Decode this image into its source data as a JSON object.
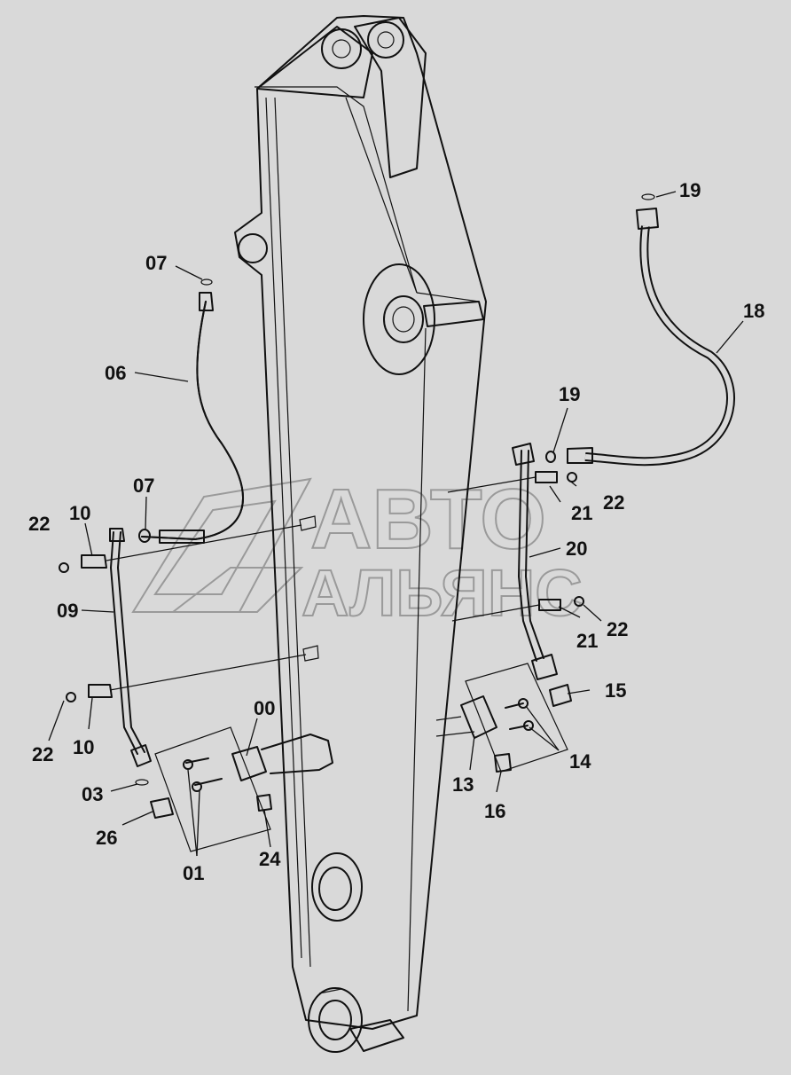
{
  "watermark": {
    "line1": "АВТО",
    "line2": "АЛЬЯНС"
  },
  "callouts": [
    {
      "id": "c-19-top",
      "text": "19"
    },
    {
      "id": "c-18",
      "text": "18"
    },
    {
      "id": "c-07-top",
      "text": "07"
    },
    {
      "id": "c-06",
      "text": "06"
    },
    {
      "id": "c-19-mid",
      "text": "19"
    },
    {
      "id": "c-07-mid",
      "text": "07"
    },
    {
      "id": "c-22-left",
      "text": "22"
    },
    {
      "id": "c-10-top",
      "text": "10"
    },
    {
      "id": "c-22-r1",
      "text": "22"
    },
    {
      "id": "c-21-r1",
      "text": "21"
    },
    {
      "id": "c-20",
      "text": "20"
    },
    {
      "id": "c-09",
      "text": "09"
    },
    {
      "id": "c-21-r2",
      "text": "21"
    },
    {
      "id": "c-22-r2",
      "text": "22"
    },
    {
      "id": "c-15",
      "text": "15"
    },
    {
      "id": "c-00",
      "text": "00"
    },
    {
      "id": "c-22-low",
      "text": "22"
    },
    {
      "id": "c-10-low",
      "text": "10"
    },
    {
      "id": "c-14",
      "text": "14"
    },
    {
      "id": "c-03",
      "text": "03"
    },
    {
      "id": "c-13",
      "text": "13"
    },
    {
      "id": "c-16",
      "text": "16"
    },
    {
      "id": "c-26",
      "text": "26"
    },
    {
      "id": "c-24",
      "text": "24"
    },
    {
      "id": "c-01",
      "text": "01"
    }
  ]
}
